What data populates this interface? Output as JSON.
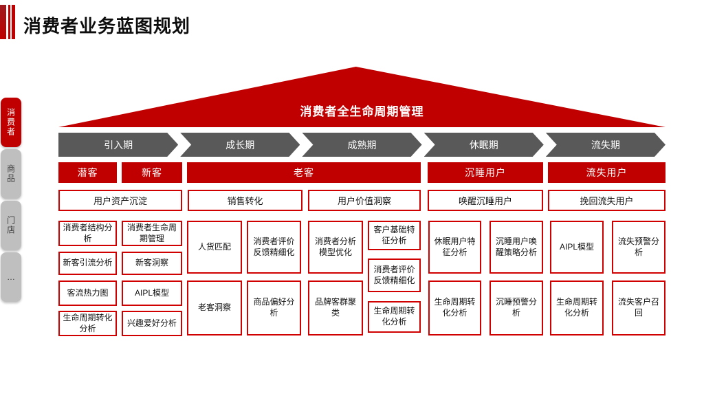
{
  "colors": {
    "primary_red": "#C00000",
    "stage_gray": "#595959",
    "tab_inactive_gray": "#BFBFBF",
    "box_border_red": "#D00000"
  },
  "header": {
    "title": "消费者业务蓝图规划"
  },
  "sidebar": {
    "tabs": [
      {
        "label": "消费者",
        "active": true
      },
      {
        "label": "商品",
        "active": false
      },
      {
        "label": "门店",
        "active": false
      },
      {
        "label": "…",
        "active": false
      }
    ]
  },
  "pyramid": {
    "label": "消费者全生命周期管理"
  },
  "lifecycle_stages": [
    "引入期",
    "成长期",
    "成熟期",
    "休眠期",
    "流失期"
  ],
  "customer_segments": [
    "潜客",
    "新客",
    "老客",
    "沉睡用户",
    "流失用户"
  ],
  "key_functions": [
    "用户资产沉淀",
    "销售转化",
    "用户价值洞察",
    "唤醒沉睡用户",
    "挽回流失用户"
  ],
  "capability_columns": [
    {
      "boxes": [
        "消费者结构分析",
        "新客引流分析",
        "客流热力图",
        "生命周期转化分析"
      ]
    },
    {
      "boxes": [
        "消费者生命周期管理",
        "新客洞察",
        "AIPL模型",
        "兴趣爱好分析"
      ]
    },
    {
      "boxes": [
        "人货匹配",
        "老客洞察"
      ]
    },
    {
      "boxes": [
        "消费者评价反馈精细化",
        "商品偏好分析"
      ]
    },
    {
      "boxes": [
        "消费者分析模型优化",
        "品牌客群聚类"
      ]
    },
    {
      "boxes": [
        "客户基础特征分析",
        "消费者评价反馈精细化",
        "生命周期转化分析"
      ]
    },
    {
      "boxes": [
        "休眠用户特征分析",
        "生命周期转化分析"
      ]
    },
    {
      "boxes": [
        "沉睡用户唤醒策略分析",
        "沉睡预警分析"
      ]
    },
    {
      "boxes": [
        "AIPL模型",
        "生命周期转化分析"
      ]
    },
    {
      "boxes": [
        "流失预警分析",
        "流失客户召回"
      ]
    }
  ]
}
